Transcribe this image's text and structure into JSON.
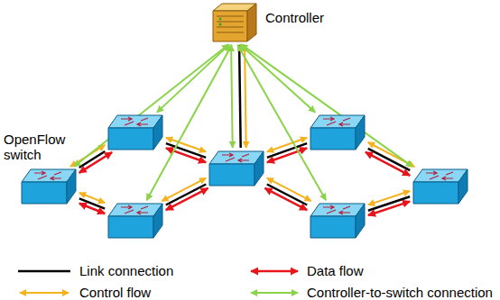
{
  "diagram": {
    "nodes": [
      {
        "text": [
          "Controller"
        ]
      },
      {
        "text": [
          "OpenFlow switch"
        ]
      },
      {
        "text": []
      },
      {
        "text": []
      },
      {
        "text": []
      },
      {
        "text": []
      },
      {
        "text": []
      },
      {
        "text": []
      }
    ],
    "edges": [
      {
        "from": 1,
        "to": 2,
        "arrow": "none"
      },
      {
        "from": 1,
        "to": 2,
        "arrow": "both"
      },
      {
        "from": 1,
        "to": 2,
        "arrow": "both"
      },
      {
        "from": 1,
        "to": 3,
        "arrow": "none"
      },
      {
        "from": 1,
        "to": 3,
        "arrow": "both"
      },
      {
        "from": 1,
        "to": 3,
        "arrow": "both"
      },
      {
        "from": 2,
        "to": 4,
        "arrow": "none"
      },
      {
        "from": 2,
        "to": 4,
        "arrow": "both"
      },
      {
        "from": 2,
        "to": 4,
        "arrow": "both"
      },
      {
        "from": 3,
        "to": 4,
        "arrow": "none"
      },
      {
        "from": 3,
        "to": 4,
        "arrow": "both"
      },
      {
        "from": 3,
        "to": 4,
        "arrow": "both"
      },
      {
        "from": 4,
        "to": 5,
        "arrow": "none"
      },
      {
        "from": 4,
        "to": 5,
        "arrow": "both"
      },
      {
        "from": 4,
        "to": 5,
        "arrow": "both"
      },
      {
        "from": 4,
        "to": 6,
        "arrow": "none"
      },
      {
        "from": 4,
        "to": 6,
        "arrow": "both"
      },
      {
        "from": 4,
        "to": 6,
        "arrow": "both"
      },
      {
        "from": 5,
        "to": 7,
        "arrow": "none"
      },
      {
        "from": 5,
        "to": 7,
        "arrow": "both"
      },
      {
        "from": 5,
        "to": 7,
        "arrow": "both"
      },
      {
        "from": 6,
        "to": 7,
        "arrow": "none"
      },
      {
        "from": 6,
        "to": 7,
        "arrow": "both"
      },
      {
        "from": 6,
        "to": 7,
        "arrow": "both"
      },
      {
        "from": 0,
        "to": 4,
        "arrow": "none"
      },
      {
        "from": 0,
        "to": 4,
        "arrow": "both"
      },
      {
        "from": 0,
        "to": 1,
        "arrow": "both"
      },
      {
        "from": 0,
        "to": 2,
        "arrow": "both"
      },
      {
        "from": 0,
        "to": 3,
        "arrow": "both"
      },
      {
        "from": 0,
        "to": 4,
        "arrow": "both"
      },
      {
        "from": 0,
        "to": 5,
        "arrow": "both"
      },
      {
        "from": 0,
        "to": 6,
        "arrow": "both"
      },
      {
        "from": 0,
        "to": 7,
        "arrow": "both"
      }
    ],
    "legend": [
      {
        "text": "Link connection"
      },
      {
        "text": "Data flow"
      },
      {
        "text": "Control flow"
      },
      {
        "text": "Controller-to-switch connection"
      }
    ]
  }
}
